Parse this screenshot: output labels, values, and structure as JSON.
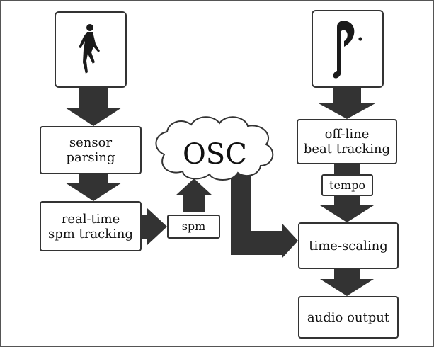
{
  "colors": {
    "arrow": "#333333",
    "border": "#333333",
    "cloud_fill": "#ffffff"
  },
  "icons": {
    "runner": "runner-icon",
    "note": "eighth-note-icon"
  },
  "nodes": {
    "sensor": [
      "sensor",
      "parsing"
    ],
    "realtime": [
      "real-time",
      "spm tracking"
    ],
    "spm": "spm",
    "osc": "OSC",
    "offline": [
      "off-line",
      "beat tracking"
    ],
    "tempo": "tempo",
    "timescaling": "time-scaling",
    "audio": "audio output"
  }
}
